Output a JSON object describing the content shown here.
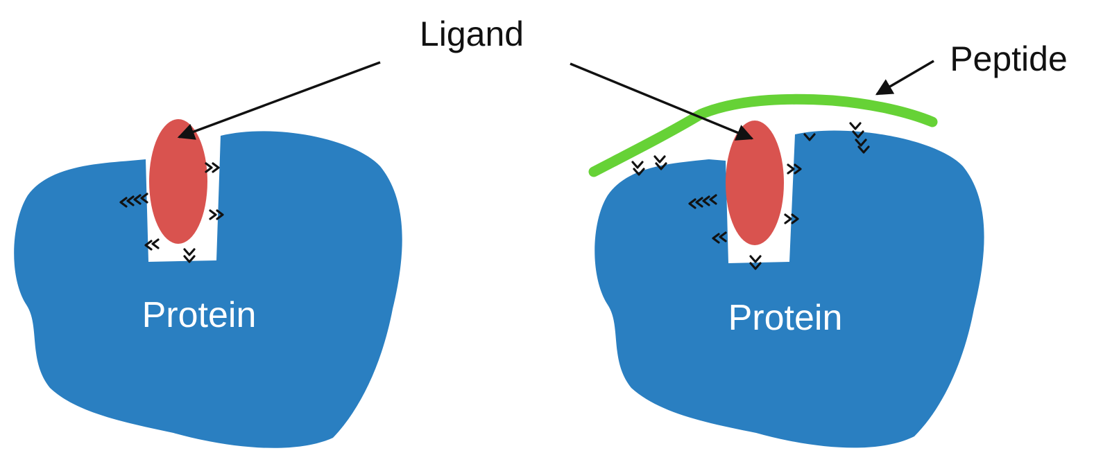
{
  "labels": {
    "ligand": "Ligand",
    "peptide": "Peptide",
    "protein_left": "Protein",
    "protein_right": "Protein"
  },
  "colors": {
    "protein": "#2a7fc1",
    "ligand": "#d9534f",
    "peptide": "#66d236",
    "ink": "#111111"
  },
  "icons": {
    "interaction_mark": "chevron"
  }
}
